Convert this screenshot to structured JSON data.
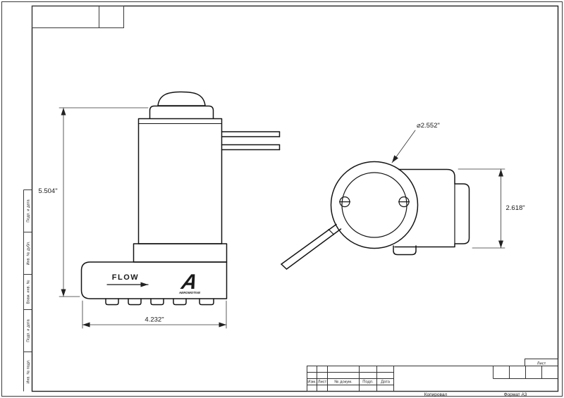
{
  "sheet": {
    "copied_label": "Копировал",
    "format_label": "Формат A3",
    "sheet_label": "Лист"
  },
  "title_block": {
    "columns": [
      "Изм.",
      "Лист",
      "№ докум.",
      "Подп.",
      "Дата"
    ]
  },
  "side_labels": [
    "Подп. и дата",
    "Инв. № дубл.",
    "Взам. инв. №",
    "Подп. и дата",
    "Инв. № подл."
  ],
  "drawing": {
    "view_side": {
      "flow_label": "FLOW",
      "logo_mark": "A",
      "logo_text": "AEROMOTIVE",
      "dim_height": "5.504\"",
      "dim_width": "4.232\""
    },
    "view_front": {
      "dim_diameter": "⌀2.552\"",
      "dim_height": "2.618\""
    }
  }
}
